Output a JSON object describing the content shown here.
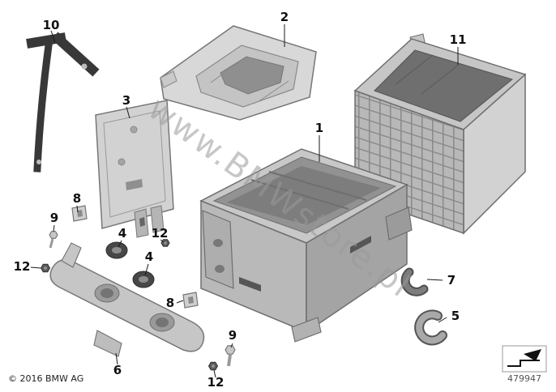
{
  "watermark": "www.BMWstore.pl",
  "footer": {
    "copyright": "© 2016 BMW AG",
    "part_number": "479947"
  },
  "callouts": [
    {
      "label": "10"
    },
    {
      "label": "2"
    },
    {
      "label": "11"
    },
    {
      "label": "3"
    },
    {
      "label": "1"
    },
    {
      "label": "8"
    },
    {
      "label": "9"
    },
    {
      "label": "4"
    },
    {
      "label": "12"
    },
    {
      "label": "4"
    },
    {
      "label": "12"
    },
    {
      "label": "8"
    },
    {
      "label": "7"
    },
    {
      "label": "5"
    },
    {
      "label": "9"
    },
    {
      "label": "6"
    },
    {
      "label": "12"
    }
  ],
  "icons": {
    "direction_icon": "direction-of-travel-arrow"
  },
  "colors": {
    "background": "#ffffff",
    "part_light": "#d6d6d6",
    "part_mid": "#b9b9b9",
    "part_dark": "#6f6f6f",
    "bracket_black": "#3a3a3a",
    "watermark_gray": "#9a9a9a",
    "label_color": "#111111"
  }
}
